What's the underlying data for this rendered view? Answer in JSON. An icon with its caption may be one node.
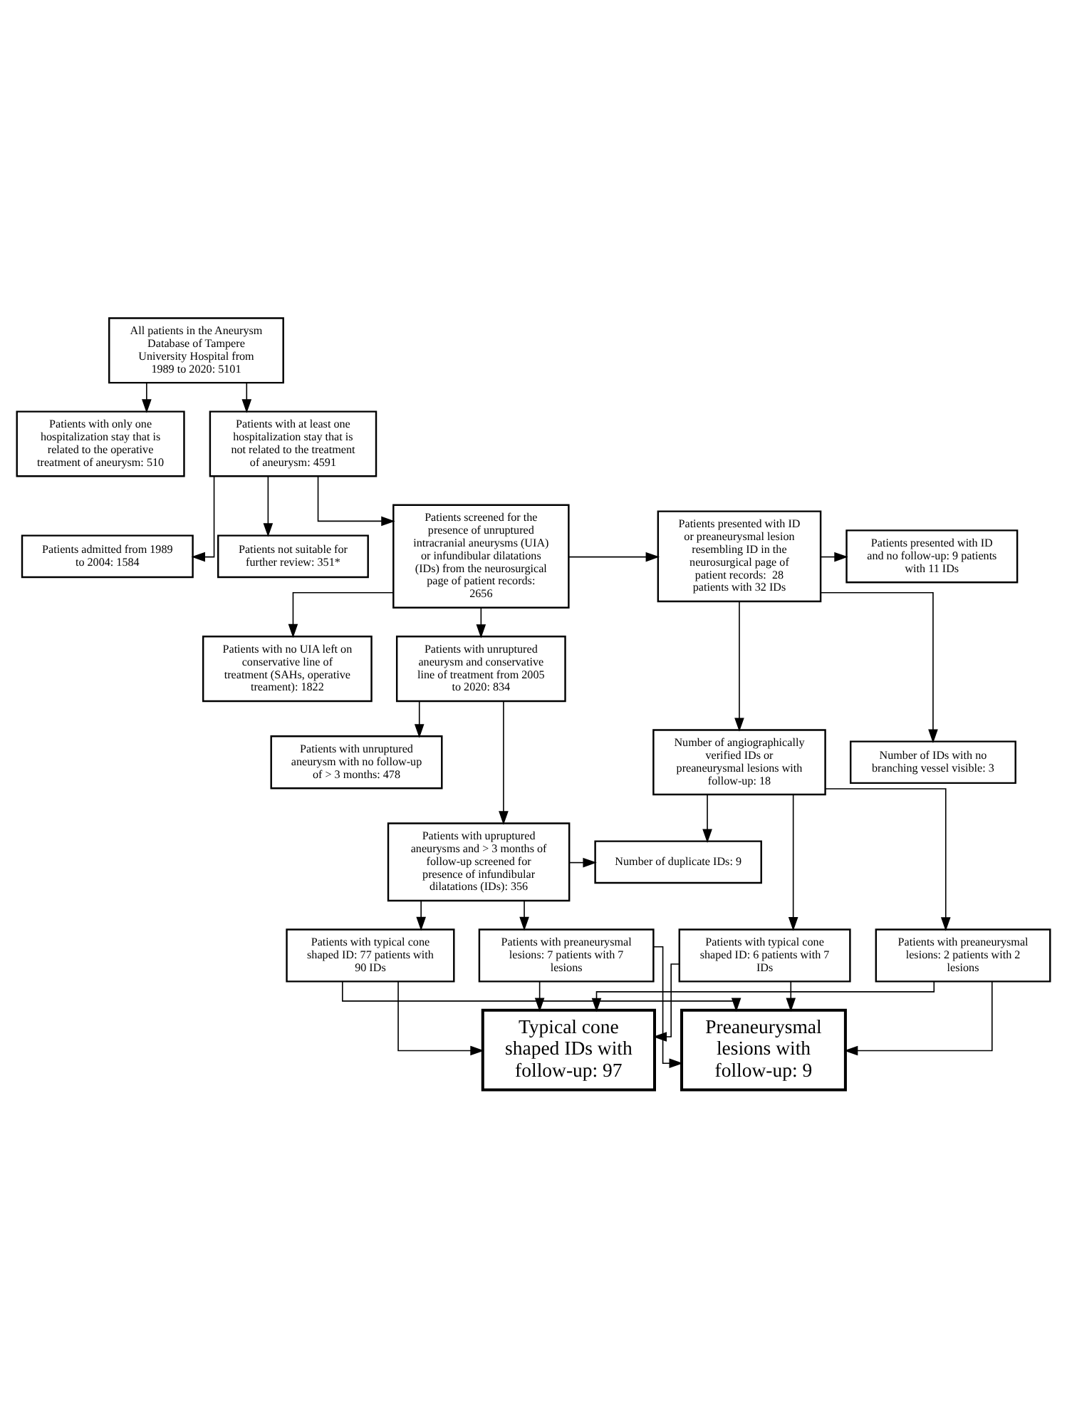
{
  "diagram": {
    "nodes": [
      {
        "text": [
          "All patients in the Aneurysm Database of Tampere University Hospital from 1989 to 2020: 5101"
        ]
      },
      {
        "text": [
          "Patients with only one hospitalization stay that is related to the operative treatment of aneurysm: 510"
        ]
      },
      {
        "text": [
          "Patients with at least one hospitalization stay that is not related to the treatment of aneurysm: 4591"
        ]
      },
      {
        "text": [
          "Patients admitted from 1989 to 2004: 1584"
        ]
      },
      {
        "text": [
          "Patients not suitable for further review: 351*"
        ]
      },
      {
        "text": [
          "Patients screened for the presence of unruptured intracranial aneurysms (UIA) or infundibular dilatations (IDs) from the neurosurgical page of patient records: 2656"
        ]
      },
      {
        "text": [
          "Patients presented with ID or preaneurysmal lesion resembling ID in the neurosurgical page of patient records:  28 patients with 32 IDs"
        ]
      },
      {
        "text": [
          "Patients presented with ID and no follow-up: 9 patients with 11 IDs"
        ]
      },
      {
        "text": [
          "Patients with no UIA left on conservative line of treatment (SAHs, operative treament): 1822"
        ]
      },
      {
        "text": [
          "Patients with unruptured aneurysm and conservative line of treatment from 2005 to 2020: 834"
        ]
      },
      {
        "text": [
          "Patients with unruptured aneurysm with no follow-up of > 3 months: 478"
        ]
      },
      {
        "text": [
          "Number of angiographically verified IDs or preaneurysmal lesions with follow-up: 18"
        ]
      },
      {
        "text": [
          "Number of IDs with no branching vessel visible: 3"
        ]
      },
      {
        "text": [
          "Patients with upruptured aneurysms and > 3 months of follow-up screened for presence of infundibular dilatations (IDs): 356"
        ]
      },
      {
        "text": [
          "Number of duplicate IDs: 9"
        ]
      },
      {
        "text": [
          "Patients with typical cone shaped ID: 77 patients with 90 IDs"
        ]
      },
      {
        "text": [
          "Patients with preaneurysmal lesions: 7 patients with 7 lesions"
        ]
      },
      {
        "text": [
          "Patients with typical cone shaped ID: 6 patients with 7 IDs"
        ]
      },
      {
        "text": [
          "Patients with preaneurysmal lesions: 2 patients with 2 lesions"
        ]
      },
      {
        "text": [
          "Typical cone shaped IDs with follow-up: 97"
        ]
      },
      {
        "text": [
          "Preaneurysmal lesions with follow-up: 9"
        ]
      }
    ],
    "edges": [
      {
        "from": 0,
        "to": 1,
        "arrow": "to"
      },
      {
        "from": 0,
        "to": 2,
        "arrow": "to"
      },
      {
        "from": 2,
        "to": 3,
        "arrow": "to"
      },
      {
        "from": 2,
        "to": 4,
        "arrow": "to"
      },
      {
        "from": 2,
        "to": 5,
        "arrow": "to"
      },
      {
        "from": 5,
        "to": 6,
        "arrow": "to"
      },
      {
        "from": 6,
        "to": 7,
        "arrow": "to"
      },
      {
        "from": 5,
        "to": 8,
        "arrow": "to"
      },
      {
        "from": 5,
        "to": 9,
        "arrow": "to"
      },
      {
        "from": 9,
        "to": 10,
        "arrow": "to"
      },
      {
        "from": 9,
        "to": 13,
        "arrow": "to"
      },
      {
        "from": 6,
        "to": 11,
        "arrow": "to"
      },
      {
        "from": 6,
        "to": 12,
        "arrow": "to"
      },
      {
        "from": 11,
        "to": 14,
        "arrow": "to"
      },
      {
        "from": 13,
        "to": 14,
        "arrow": "to"
      },
      {
        "from": 13,
        "to": 15,
        "arrow": "to"
      },
      {
        "from": 13,
        "to": 16,
        "arrow": "to"
      },
      {
        "from": 11,
        "to": 17,
        "arrow": "to"
      },
      {
        "from": 11,
        "to": 18,
        "arrow": "to"
      },
      {
        "from": 15,
        "to": 19,
        "arrow": "to"
      },
      {
        "from": 16,
        "to": 19,
        "arrow": "to"
      },
      {
        "from": 17,
        "to": 19,
        "arrow": "to"
      },
      {
        "from": 18,
        "to": 19,
        "arrow": "to"
      },
      {
        "from": 15,
        "to": 20,
        "arrow": "to"
      },
      {
        "from": 16,
        "to": 20,
        "arrow": "to"
      },
      {
        "from": 17,
        "to": 20,
        "arrow": "to"
      },
      {
        "from": 18,
        "to": 20,
        "arrow": "to"
      }
    ]
  }
}
